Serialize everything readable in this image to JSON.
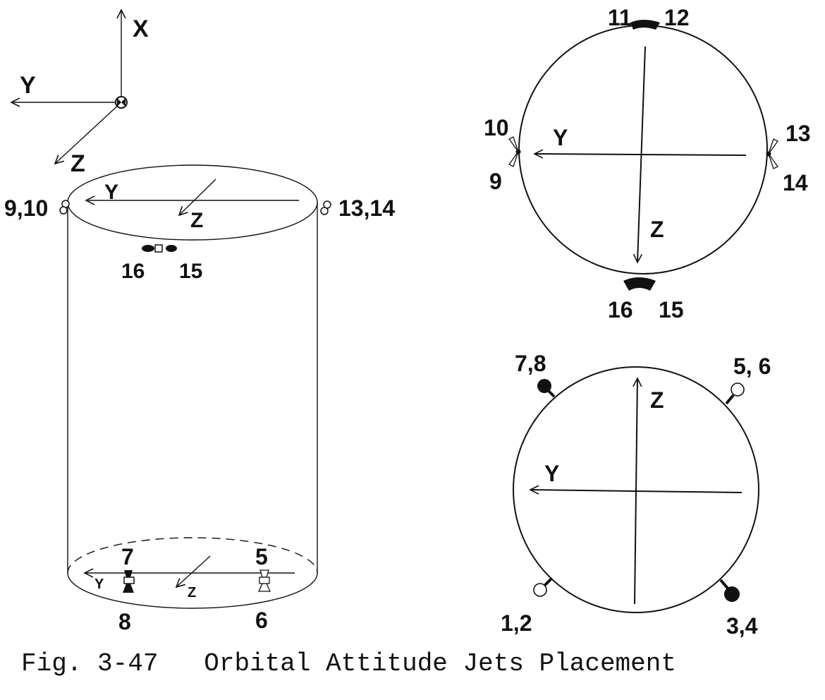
{
  "axes": {
    "x": "X",
    "y": "Y",
    "z": "Z"
  },
  "cylinder": {
    "top_jets_left": "9,10",
    "top_jets_right": "13,14",
    "top_y": "Y",
    "top_z": "Z",
    "jet_16": "16",
    "jet_15": "15",
    "bottom_y": "Y",
    "bottom_z": "Z",
    "jet_7": "7",
    "jet_8": "8",
    "jet_5": "5",
    "jet_6": "6"
  },
  "top_view": {
    "jet_11": "11",
    "jet_12": "12",
    "jet_10": "10",
    "jet_9": "9",
    "jet_13": "13",
    "jet_14": "14",
    "jet_16": "16",
    "jet_15": "15",
    "y_axis": "Y",
    "z_axis": "Z"
  },
  "bottom_view": {
    "jets_7_8": "7,8",
    "jets_5_6": "5, 6",
    "jets_1_2": "1,2",
    "jets_3_4": "3,4",
    "y_axis": "Y",
    "z_axis": "Z"
  },
  "caption": {
    "fig_number": "Fig. 3-47",
    "title": "Orbital Attitude Jets Placement"
  }
}
